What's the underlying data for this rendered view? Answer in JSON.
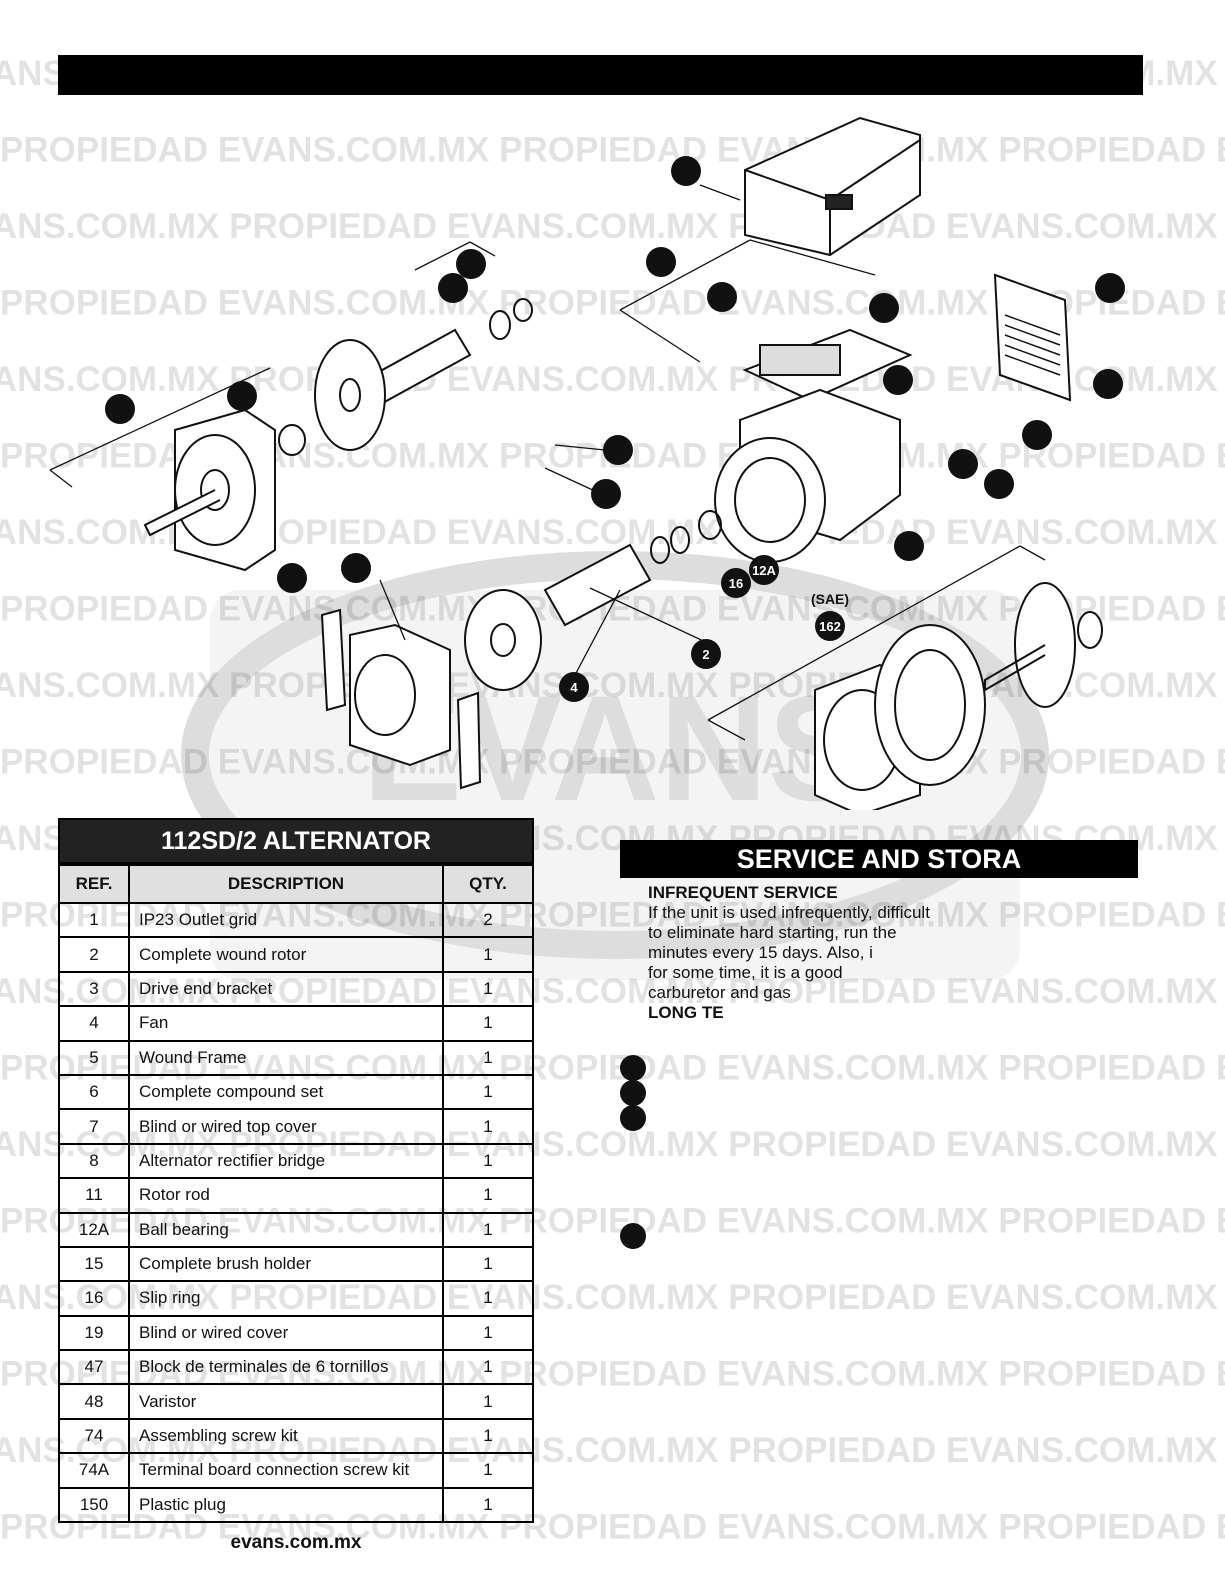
{
  "watermark": {
    "text": "PROPIEDAD EVANS.COM.MX",
    "logo_text": "EVANS"
  },
  "diagram": {
    "callouts": [
      "2",
      "4",
      "16",
      "12A",
      "162"
    ],
    "sae_label": "(SAE)"
  },
  "parts_table": {
    "title": "112SD/2 ALTERNATOR",
    "headers": [
      "REF.",
      "DESCRIPTION",
      "QTY."
    ],
    "rows": [
      [
        "1",
        "IP23 Outlet grid",
        "2"
      ],
      [
        "2",
        "Complete wound rotor",
        "1"
      ],
      [
        "3",
        "Drive end bracket",
        "1"
      ],
      [
        "4",
        "Fan",
        "1"
      ],
      [
        "5",
        "Wound Frame",
        "1"
      ],
      [
        "6",
        "Complete compound set",
        "1"
      ],
      [
        "7",
        "Blind or wired top cover",
        "1"
      ],
      [
        "8",
        "Alternator rectifier bridge",
        "1"
      ],
      [
        "11",
        "Rotor rod",
        "1"
      ],
      [
        "12A",
        "Ball bearing",
        "1"
      ],
      [
        "15",
        "Complete brush holder",
        "1"
      ],
      [
        "16",
        "Slip ring",
        "1"
      ],
      [
        "19",
        "Blind or wired cover",
        "1"
      ],
      [
        "47",
        "Block de terminales de 6 tornillos",
        "1"
      ],
      [
        "48",
        "Varistor",
        "1"
      ],
      [
        "74",
        "Assembling screw kit",
        "1"
      ],
      [
        "74A",
        "Terminal board connection screw kit",
        "1"
      ],
      [
        "150",
        "Plastic plug",
        "1"
      ]
    ]
  },
  "service": {
    "header": "SERVICE AND STORA",
    "subtitle": "INFREQUENT SERVICE",
    "lines": [
      "If the unit is used infrequently, difficult",
      "to eliminate hard starting, run the",
      "minutes every 15 days. Also, i",
      "for some time, it is a good",
      "carburetor and gas"
    ],
    "long_term": "LONG TE"
  },
  "footer": "evans.com.mx"
}
